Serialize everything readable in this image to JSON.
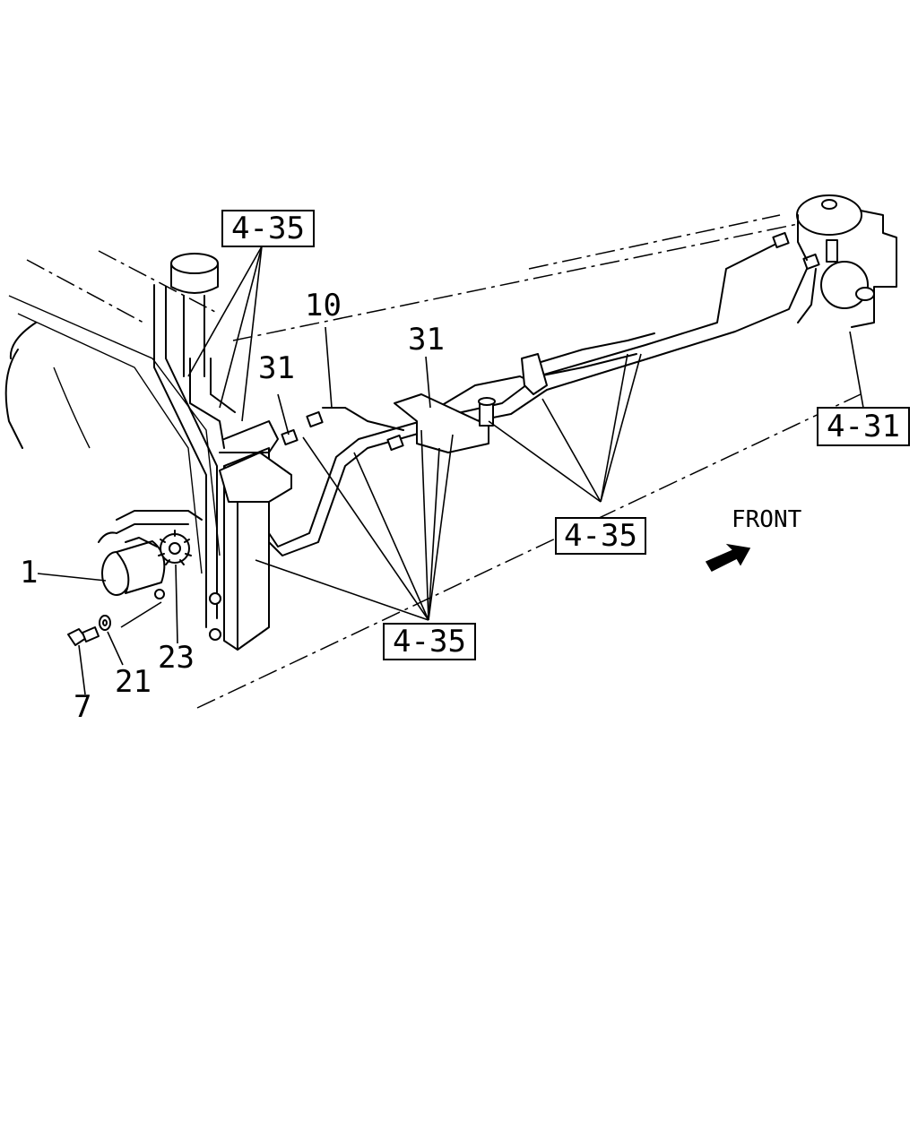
{
  "diagram": {
    "callouts": {
      "part_1": "1",
      "part_7": "7",
      "part_10": "10",
      "part_21": "21",
      "part_23": "23",
      "part_31_left": "31",
      "part_31_center": "31"
    },
    "references": {
      "ref_top": "4-35",
      "ref_right": "4-31",
      "ref_middle": "4-35",
      "ref_bottom": "4-35"
    },
    "direction": {
      "label": "FRONT",
      "icon": "front-arrow-icon"
    }
  }
}
